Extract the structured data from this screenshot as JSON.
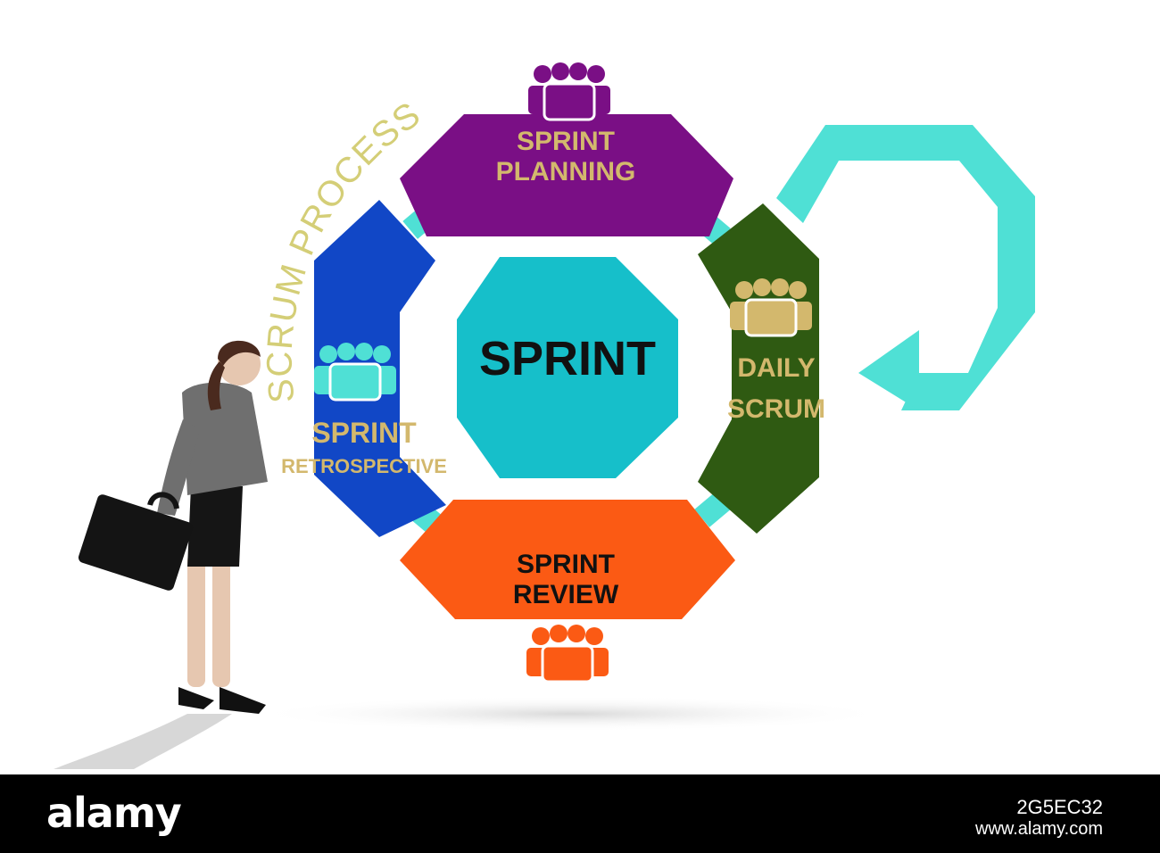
{
  "diagram": {
    "arc_title": "SCRUM PROCESS",
    "center_label": "SPRINT",
    "stages": {
      "planning": {
        "line1": "SPRINT",
        "line2": "PLANNING"
      },
      "daily": {
        "line1": "DAILY",
        "line2": "SCRUM"
      },
      "review": {
        "line1": "SPRINT",
        "line2": "REVIEW"
      },
      "retro": {
        "line1": "SPRINT",
        "line2": "RETROSPECTIVE"
      }
    },
    "icons": [
      "team-icon",
      "people-group-icon"
    ],
    "colors": {
      "planning": "#7a0f85",
      "daily": "#2f5a12",
      "review": "#fb5a14",
      "retro": "#1147c6",
      "center": "#16bfca",
      "connector": "#4fe0d5",
      "loop_arrow": "#4fe0d5",
      "label_gold": "#d3b86d",
      "arc_text": "#d4ce77"
    }
  },
  "watermark": {
    "brand": "alamy",
    "image_id": "2G5EC32",
    "site": "www.alamy.com"
  }
}
